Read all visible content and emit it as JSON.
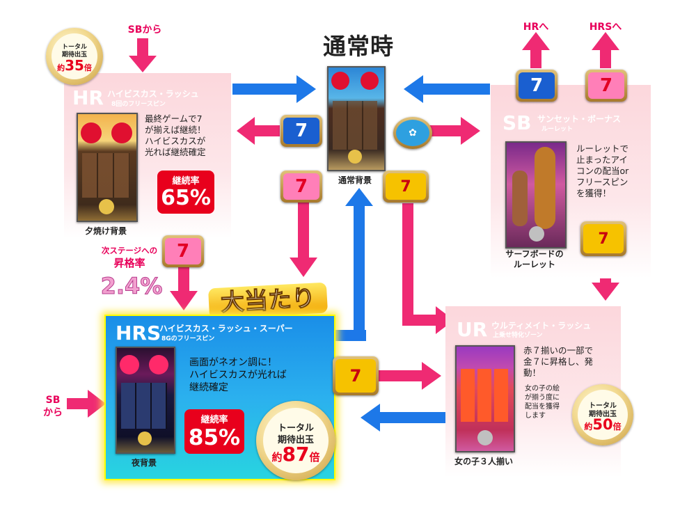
{
  "title": "通常時",
  "normal": {
    "caption": "通常背景"
  },
  "hr": {
    "code": "HR",
    "name": "ハイビスカス・ラッシュ",
    "sub": "8回のフリースピン",
    "desc": [
      "最終ゲームで7",
      "が揃えば継続！",
      "ハイビスカスが",
      "光れば継続確定"
    ],
    "rate_label": "継続率",
    "rate_value": "65%",
    "caption": "夕焼け背景",
    "from_label": "SBから",
    "medal": {
      "l1": "トータル",
      "l2": "期待出玉",
      "pre": "約",
      "num": "35",
      "suf": "倍"
    }
  },
  "promote": {
    "l1": "次ステージへの",
    "l2": "昇格率",
    "value": "2.4%"
  },
  "jackpot": "大当たり",
  "hrs": {
    "code": "HRS",
    "name": "ハイビスカス・ラッシュ・スーパー",
    "sub": "8Gのフリースピン",
    "desc": [
      "画面がネオン調に！",
      "ハイビスカスが光れば",
      "継続確定"
    ],
    "rate_label": "継続率",
    "rate_value": "85%",
    "caption": "夜背景",
    "from_label": [
      "SB",
      "から"
    ],
    "medal": {
      "l1": "トータル",
      "l2": "期待出玉",
      "pre": "約",
      "num": "87",
      "suf": "倍"
    }
  },
  "sb": {
    "code": "SB",
    "name": "サンセット・ボーナス",
    "sub": "ルーレット",
    "desc": [
      "ルーレットで",
      "止まったアイ",
      "コンの配当or",
      "フリースピン",
      "を獲得！"
    ],
    "caption": [
      "サーフボードの",
      "ルーレット"
    ],
    "to_hr": "HRへ",
    "to_hrs": "HRSへ"
  },
  "ur": {
    "code": "UR",
    "name": "ウルティメイト・ラッシュ",
    "sub": "上乗せ特化ゾーン",
    "desc": [
      "赤７揃いの一部で",
      "金７に昇格し、発",
      "動！"
    ],
    "note": [
      "女の子の絵",
      "が揃う度に",
      "配当を獲得",
      "します"
    ],
    "caption": "女の子３人揃い",
    "medal": {
      "l1": "トータル",
      "l2": "期待出玉",
      "pre": "約",
      "num": "50",
      "suf": "倍"
    }
  },
  "colors": {
    "pink_arrow": "#ef2a73",
    "blue_arrow": "#1d78e8",
    "red_badge": "#e8001c"
  }
}
